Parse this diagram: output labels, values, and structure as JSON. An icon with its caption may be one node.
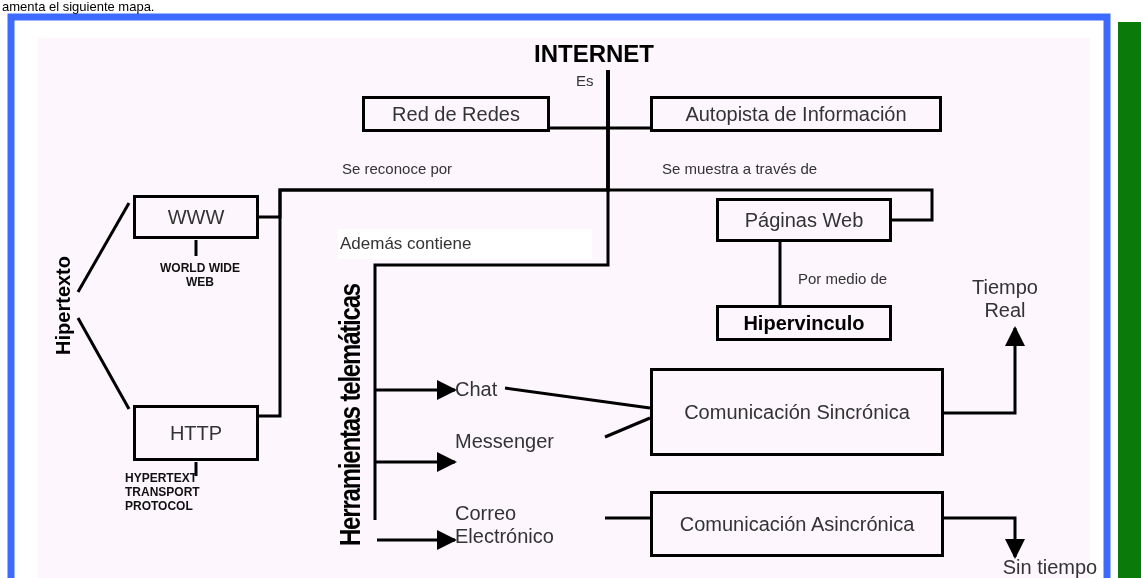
{
  "diagram": {
    "nodes": [
      {
        "text": [
          "INTERNET"
        ]
      },
      {
        "text": [
          "Red de Redes"
        ]
      },
      {
        "text": [
          "Autopista de Información"
        ]
      },
      {
        "text": [
          "WWW"
        ],
        "beside": [
          "WORLD WIDE WEB"
        ]
      },
      {
        "text": [
          "HTTP"
        ],
        "beside": [
          "HYPERTEXT TRANSPORT PROTOCOL"
        ]
      },
      {
        "text": [
          "Hipertexto"
        ]
      },
      {
        "text": [
          "Páginas Web"
        ]
      },
      {
        "text": [
          "Hipervinculo"
        ]
      },
      {
        "text": [
          "Herramientas telemáticas"
        ]
      },
      {
        "text": [
          "Chat"
        ]
      },
      {
        "text": [
          "Messenger"
        ]
      },
      {
        "text": [
          "Correo Electrónico"
        ]
      },
      {
        "text": [
          "Comunicación Sincrónica"
        ]
      },
      {
        "text": [
          "Comunicación Asincrónica"
        ]
      },
      {
        "text": [
          "Tiempo Real"
        ]
      },
      {
        "text": [
          "Sin tiempo"
        ]
      }
    ],
    "edges": [
      {
        "from": 0,
        "to": 1,
        "arrow": "none",
        "label": "Es"
      },
      {
        "from": 0,
        "to": 2,
        "arrow": "none"
      },
      {
        "from": 0,
        "to": 3,
        "arrow": "none",
        "label": "Se reconoce por"
      },
      {
        "from": 0,
        "to": 4,
        "arrow": "none"
      },
      {
        "from": 0,
        "to": 6,
        "arrow": "none",
        "label": "Se muestra a través de"
      },
      {
        "from": 0,
        "to": 8,
        "arrow": "none",
        "label": "Además contiene"
      },
      {
        "from": 5,
        "to": 3,
        "arrow": "none"
      },
      {
        "from": 5,
        "to": 4,
        "arrow": "none"
      },
      {
        "from": 6,
        "to": 7,
        "arrow": "none",
        "label": "Por medio de"
      },
      {
        "from": 8,
        "to": 9,
        "arrow": "to"
      },
      {
        "from": 8,
        "to": 10,
        "arrow": "to"
      },
      {
        "from": 8,
        "to": 11,
        "arrow": "to"
      },
      {
        "from": 9,
        "to": 12,
        "arrow": "none"
      },
      {
        "from": 10,
        "to": 12,
        "arrow": "none"
      },
      {
        "from": 11,
        "to": 13,
        "arrow": "none"
      },
      {
        "from": 12,
        "to": 14,
        "arrow": "to"
      },
      {
        "from": 13,
        "to": 15,
        "arrow": "to"
      }
    ],
    "labels": [
      "amenta el siguiente mapa."
    ]
  }
}
